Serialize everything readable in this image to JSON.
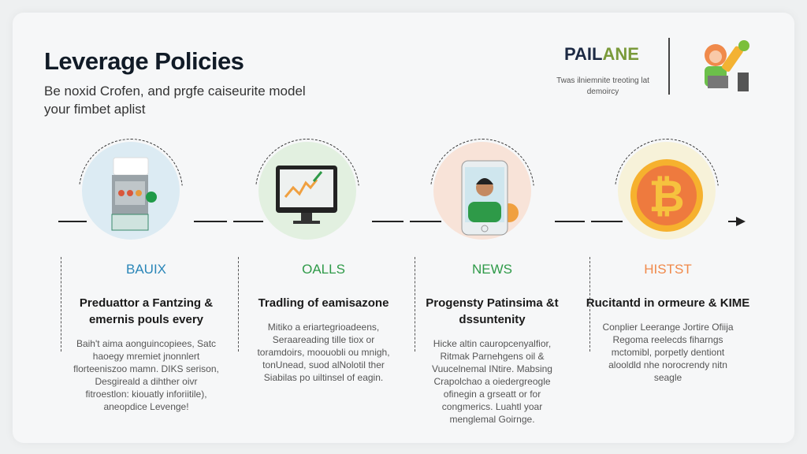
{
  "header": {
    "title": "Leverage Policies",
    "subtitle": "Be noxid Crofen, and prgfe caiseurite model your fimbet aplist"
  },
  "brand": {
    "name_a": "PAIL",
    "name_b": "ANE",
    "tagline": "Twas ilniemnite treoting lat demoircy"
  },
  "colors": {
    "blue": "#2a86b8",
    "green": "#2e9a48",
    "orange": "#f0894a"
  },
  "columns": [
    {
      "category": "BAUIX",
      "heading": "Preduattor a Fantzing & emernis pouls every",
      "body": "Baih't aima aonguincopiees, Satc haoegy mremiet jnonnlert florteeniszoo mamn. DIKS serison, Desgireald a dihther oivr fitroestlon: kiouatly inforiitile), aneopdice Levenge!",
      "icon": "atm-kiosk-icon"
    },
    {
      "category": "OALLS",
      "heading": "Tradling of eamisazone",
      "body": "Mitiko a eriartegrioadeens, Seraareading tille tiox or toramdoirs, moouobli ou mnigh, tonUnead, suod alNolotil ther Siabilas po uiltinsel of eagin.",
      "icon": "monitor-chart-icon"
    },
    {
      "category": "NEWS",
      "heading": "Progensty Patinsima &t dssuntenity",
      "body": "Hicke altin cauropcenyalfior, Ritmak Parnehgens oil & Vuucelnemal INtire. Mabsing Crapolchao a oiedergreogle ofinegin a grseatt or for congmerics. Luahtl yoar menglemal Goirnge.",
      "icon": "phone-person-icon"
    },
    {
      "category": "HISTST",
      "heading": "Rucitantd in ormeure & KIME",
      "body": "Conplier Leerange Jortire Ofiija Regoma reelecds fiharngs mctomibl, porpetly dentiont alooldld nhe norocrendy nitn seagle",
      "icon": "bitcoin-icon"
    }
  ]
}
